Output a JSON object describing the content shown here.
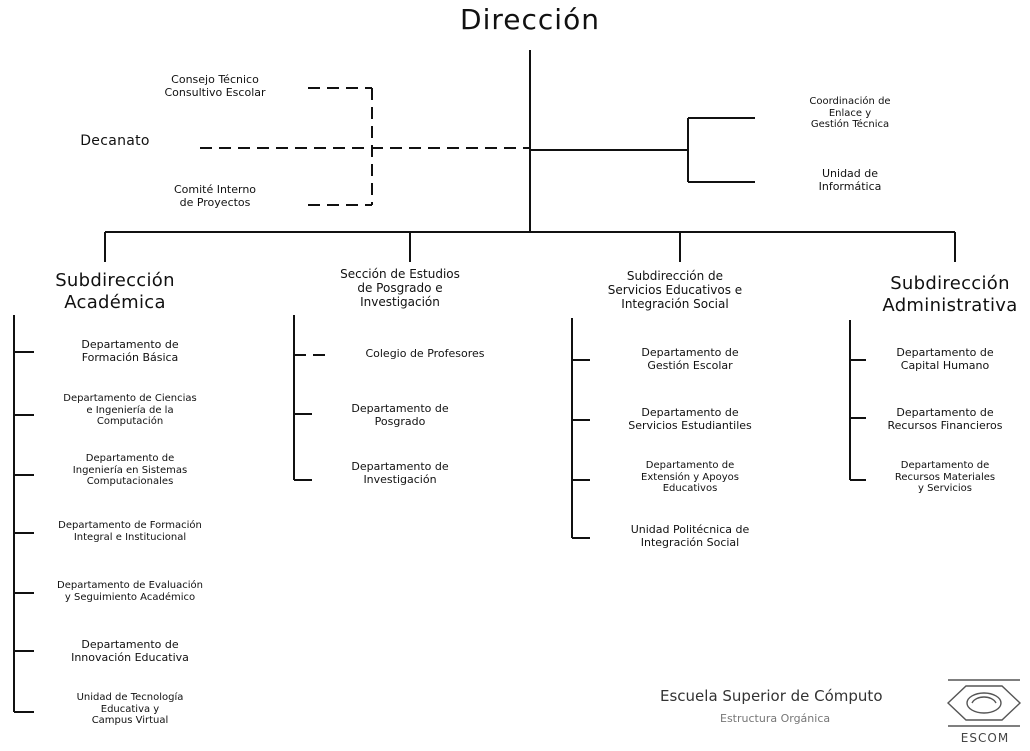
{
  "title": "Dirección",
  "staff": {
    "consejo": "Consejo Técnico\nConsultivo Escolar",
    "decanato": "Decanato",
    "comite": "Comité Interno\nde Proyectos",
    "coordinacion": "Coordinación de\nEnlace y\nGestión Técnica",
    "informatica": "Unidad de\nInformática"
  },
  "branches": [
    {
      "name": "Subdirección\nAcadémica",
      "items": [
        "Departamento de\nFormación Básica",
        "Departamento de Ciencias\ne Ingeniería de la\nComputación",
        "Departamento de\nIngeniería en Sistemas\nComputacionales",
        "Departamento de Formación\nIntegral e Institucional",
        "Departamento de Evaluación\ny Seguimiento Académico",
        "Departamento de\nInnovación Educativa",
        "Unidad de Tecnología\nEducativa y\nCampus Virtual"
      ]
    },
    {
      "name": "Sección de Estudios\nde Posgrado e\nInvestigación",
      "items": [
        "Colegio de Profesores",
        "Departamento de\nPosgrado",
        "Departamento de\nInvestigación"
      ]
    },
    {
      "name": "Subdirección de\nServicios Educativos e\nIntegración Social",
      "items": [
        "Departamento de\nGestión Escolar",
        "Departamento de\nServicios Estudiantiles",
        "Departamento de\nExtensión y Apoyos\nEducativos",
        "Unidad Politécnica de\nIntegración Social"
      ]
    },
    {
      "name": "Subdirección\nAdministrativa",
      "items": [
        "Departamento de\nCapital Humano",
        "Departamento de\nRecursos Financieros",
        "Departamento de\nRecursos Materiales\ny Servicios"
      ]
    }
  ],
  "footer": {
    "school": "Escuela Superior de Cómputo",
    "subtitle": "Estructura Orgánica",
    "logo_text": "ESCOM"
  }
}
